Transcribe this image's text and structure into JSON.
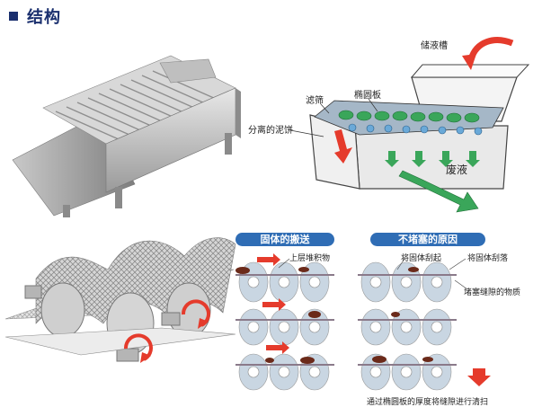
{
  "header": {
    "title": "结构"
  },
  "diagram": {
    "labels": {
      "storage_tank": "储液槽",
      "filter_screen": "滤筛",
      "elliptic_plate": "椭圆板",
      "separated_cake": "分离的泥饼",
      "waste_liquid": "废液"
    }
  },
  "explain": {
    "left_title": "固体的搬送",
    "right_title": "不堵塞的原因",
    "upper_stack": "上层堆积物",
    "solid_lift": "将固体刮起",
    "solid_drop": "将固体刮落",
    "gap_material": "堵塞缝隙的物质",
    "bottom_note": "通过椭圆板的厚度将缝隙进行清扫"
  },
  "colors": {
    "title": "#1a2f6e",
    "accent": "#2f6db5",
    "arrow": "#e53b2c",
    "green": "#3aa65a"
  }
}
